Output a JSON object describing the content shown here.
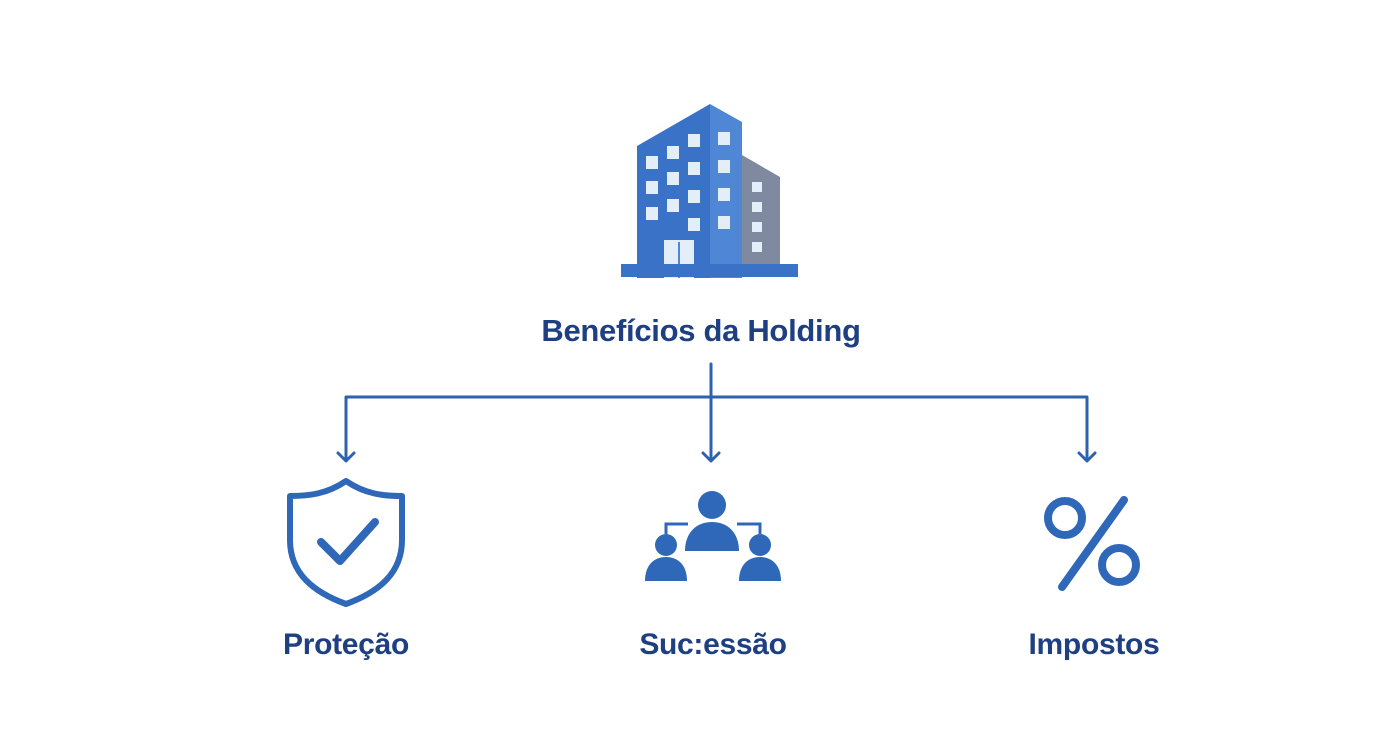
{
  "colors": {
    "text": "#1e3f82",
    "line": "#2f62ae",
    "icon": "#2f68b8",
    "building_front": "#3a72c8",
    "building_side": "#4f86d6",
    "building_back": "#7f8aa0",
    "window": "#e4eef9"
  },
  "root": {
    "label": "Benefícios da Holding",
    "icon": "office-building-icon"
  },
  "children": [
    {
      "label": "Proteção",
      "icon": "shield-check-icon"
    },
    {
      "label": "Suc:essão",
      "icon": "hierarchy-people-icon"
    },
    {
      "label": "Impostos",
      "icon": "percent-icon"
    }
  ]
}
